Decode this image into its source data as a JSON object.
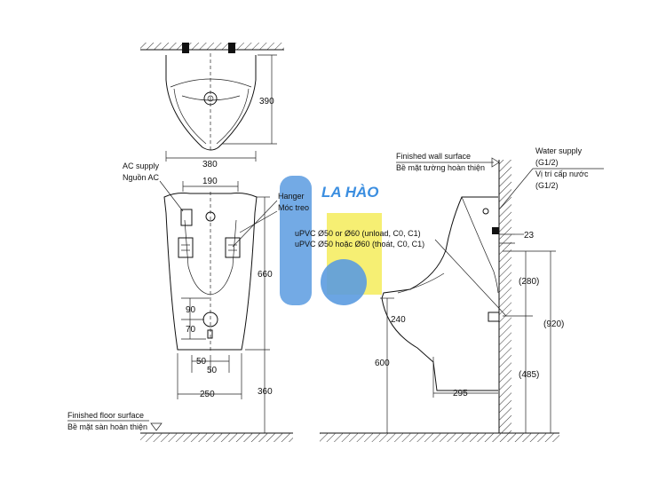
{
  "watermark": {
    "text": "LA HÀO",
    "colors": {
      "blue": "#5b9be0",
      "yellow": "#f5ec5a",
      "text": "#3b8ee0"
    }
  },
  "top_view": {
    "width_dim": "380",
    "depth_dim": "390"
  },
  "front_view": {
    "ac_supply_en": "AC supply",
    "ac_supply_vi": "Nguồn AC",
    "hanger_en": "Hanger",
    "hanger_vi": "Móc treo",
    "dim_190": "190",
    "dim_660": "660",
    "dim_90": "90",
    "dim_70": "70",
    "dim_50a": "50",
    "dim_50b": "50",
    "dim_250": "250",
    "dim_360": "360",
    "floor_en": "Finished floor surface",
    "floor_vi": "Bề mặt sàn hoàn thiện"
  },
  "side_view": {
    "wall_en": "Finished wall surface",
    "wall_vi": "Bề mặt tường hoàn thiện",
    "water_en": "Water supply",
    "water_en_size": "(G1/2)",
    "water_vi": "Vị trí cấp nước",
    "water_vi_size": "(G1/2)",
    "pipe_en": "uPVC Ø50 or Ø60 (unload, C0, C1)",
    "pipe_vi": "uPVC Ø50 hoặc Ø60 (thoát, C0, C1)",
    "dim_23": "23",
    "dim_280": "(280)",
    "dim_920": "(920)",
    "dim_240": "240",
    "dim_600": "600",
    "dim_485": "(485)",
    "dim_295": "295"
  }
}
